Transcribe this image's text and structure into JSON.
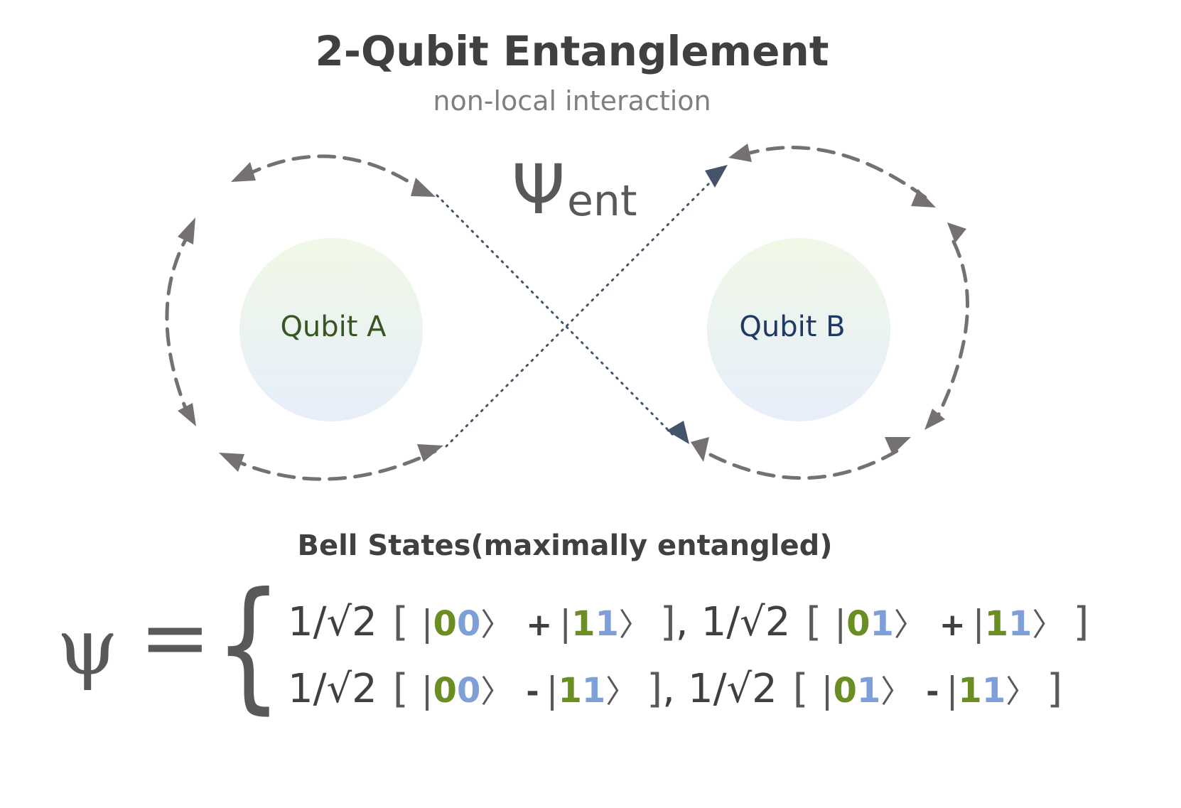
{
  "title": "2-Qubit Entanglement",
  "subtitle": "non-local interaction",
  "psi_label": {
    "symbol": "Ψ",
    "subscript": "ent"
  },
  "qubits": [
    {
      "label": "Qubit A"
    },
    {
      "label": "Qubit B"
    }
  ],
  "bell": {
    "heading": "Bell States(maximally entangled)",
    "lhs_symbol": "ψ",
    "equals": "=",
    "brace": "{",
    "coefficient": "1/√2",
    "open_bracket": "[",
    "close_bracket": "]",
    "comma": ",",
    "bar": "|",
    "angle": "〉",
    "plus": "+",
    "minus": "-",
    "row1": {
      "left": {
        "k1": [
          "0",
          "0"
        ],
        "op": "+",
        "k2": [
          "1",
          "1"
        ]
      },
      "right": {
        "k1": [
          "0",
          "1"
        ],
        "op": "+",
        "k2": [
          "1",
          "1"
        ]
      }
    },
    "row2": {
      "left": {
        "k1": [
          "0",
          "0"
        ],
        "op": "-",
        "k2": [
          "1",
          "1"
        ]
      },
      "right": {
        "k1": [
          "0",
          "1"
        ],
        "op": "-",
        "k2": [
          "1",
          "1"
        ]
      }
    }
  },
  "colors": {
    "dashed_loop": "#767171",
    "dotted_line": "#44546a",
    "qubit_a_text": "#375623",
    "qubit_b_text": "#1f3864",
    "first_digit": "#6b8e23",
    "second_digit": "#7f9fd8"
  }
}
